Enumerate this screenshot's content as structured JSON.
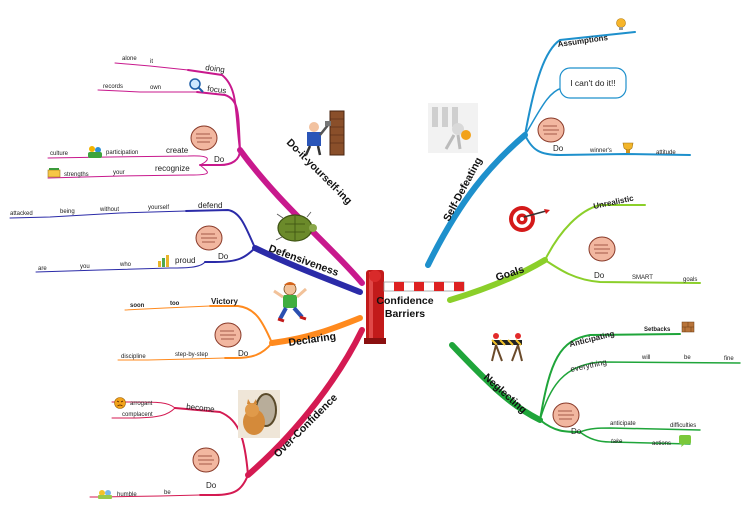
{
  "center": {
    "line1": "Confidence",
    "line2": "Barriers"
  },
  "branches": {
    "diy": {
      "title": "Do-it-yourself-ing",
      "color": "#c8198d",
      "doing": {
        "word": "doing",
        "w2": "it",
        "w3": "alone"
      },
      "focus": {
        "word": "focus",
        "w2": "own",
        "w3": "records"
      },
      "do": {
        "label": "Do",
        "create": {
          "word": "create",
          "w2": "participation",
          "w3": "culture"
        },
        "recognize": {
          "word": "recognize",
          "w2": "your",
          "w3": "strengths"
        }
      }
    },
    "defensiveness": {
      "title": "Defensiveness",
      "color": "#2b2ba8",
      "defend": {
        "word": "defend",
        "w2": "yourself",
        "w3": "without",
        "w4": "being",
        "w5": "attacked"
      },
      "do": {
        "label": "Do",
        "proud": "proud",
        "who": "who",
        "you": "you",
        "are": "are"
      }
    },
    "declaring": {
      "title": "Declaring",
      "color": "#ff8a1e",
      "victory": {
        "word": "Victory",
        "w2": "too",
        "w3": "soon"
      },
      "do": {
        "label": "Do",
        "w1": "step-by-step",
        "w2": "discipline"
      }
    },
    "overconfidence": {
      "title": "Over-Confidence",
      "color": "#d41a52",
      "become": {
        "word": "become",
        "w2": "arrogant",
        "w3": "complacent"
      },
      "do": {
        "label": "Do",
        "w1": "be",
        "w2": "humble"
      }
    },
    "selfdefeating": {
      "title": "Self-Defeating",
      "color": "#1e90cc",
      "assumptions": "Assumptions",
      "bubble": "I can't do it!!",
      "do": {
        "label": "Do",
        "w1": "winner's",
        "w2": "attitude"
      }
    },
    "goals": {
      "title": "Goals",
      "color": "#8bcf2a",
      "unrealistic": "Unrealistic",
      "do": {
        "label": "Do",
        "w1": "SMART",
        "w2": "goals"
      }
    },
    "neglecting": {
      "title": "Neglecting",
      "color": "#1fa53a",
      "anticipating": {
        "word": "Anticipating",
        "w2": "Setbacks"
      },
      "everything": {
        "word": "everything",
        "w2": "will",
        "w3": "be",
        "w4": "fine"
      },
      "do": {
        "label": "Do",
        "anticipate": {
          "word": "anticipate",
          "w2": "difficulties"
        },
        "take": {
          "word": "take",
          "w2": "actions"
        }
      }
    }
  }
}
